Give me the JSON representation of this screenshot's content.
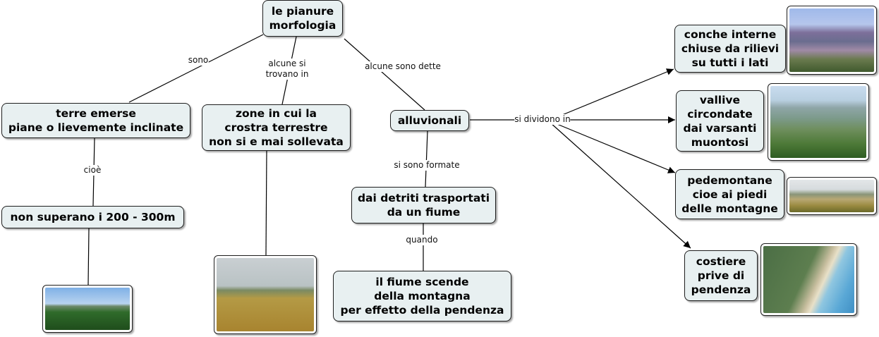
{
  "concepts": {
    "root": "le pianure\nmorfologia",
    "terre": "terre emerse\npiane o lievemente inclinate",
    "zone": "zone in cui la\ncrostra terrestre\nnon si e mai sollevata",
    "alluvionali": "alluvionali",
    "nonsuperano": "non superano i 200 - 300m",
    "detriti": "dai detriti trasportati\nda un fiume",
    "fiume": "il fiume scende\ndella montagna\nper effetto della pendenza",
    "conche": "conche interne\nchiuse da rilievi\nsu tutti i lati",
    "vallive": "vallive\ncircondate\ndai varsanti\nmuontosi",
    "pedemontane": "pedemontane\ncioe ai piedi\ndelle montagne",
    "costiere": "costiere\nprive di\npendenza"
  },
  "links": {
    "sono": "sono",
    "alcune_si_trovano": "alcune si\ntrovano in",
    "alcune_dette": "alcune sono dette",
    "cioe": "cioè",
    "si_sono_formate": "si sono formate",
    "quando": "quando",
    "si_dividono": "si dividono in"
  },
  "colors": {
    "node_fill": "#e8f0f1",
    "line": "#1e1e1e"
  }
}
